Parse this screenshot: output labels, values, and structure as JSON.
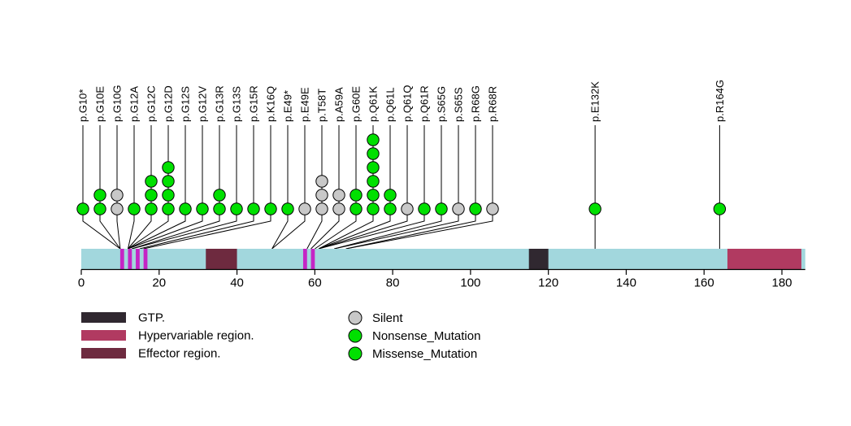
{
  "chart_data": {
    "type": "lollipop",
    "title": "",
    "protein_length": 186,
    "axis_ticks": [
      0,
      20,
      40,
      60,
      80,
      100,
      120,
      140,
      160,
      180
    ],
    "colors": {
      "Silent": "#C8C8C8",
      "Nonsense_Mutation": "#00E000",
      "Missense_Mutation": "#00E000",
      "track": "#A2D7DD",
      "gtp_site_stripe": "#C525C5",
      "gtp_block": "#302830",
      "effector": "#6E2A3F",
      "hypervariable": "#B13A61",
      "stem": "#000000"
    },
    "layout": {
      "label_start_x": 102,
      "label_step": 21,
      "evenly_spaced_labels": 25,
      "legend_position": "bottom"
    },
    "mutations": [
      {
        "label": "p.G10*",
        "pos": 10,
        "stack": [
          "Nonsense_Mutation"
        ]
      },
      {
        "label": "p.G10E",
        "pos": 10,
        "stack": [
          "Missense_Mutation",
          "Missense_Mutation"
        ]
      },
      {
        "label": "p.G10G",
        "pos": 10,
        "stack": [
          "Silent",
          "Silent"
        ]
      },
      {
        "label": "p.G12A",
        "pos": 12,
        "stack": [
          "Missense_Mutation"
        ]
      },
      {
        "label": "p.G12C",
        "pos": 12,
        "stack": [
          "Missense_Mutation",
          "Missense_Mutation",
          "Missense_Mutation"
        ]
      },
      {
        "label": "p.G12D",
        "pos": 12,
        "stack": [
          "Missense_Mutation",
          "Missense_Mutation",
          "Missense_Mutation",
          "Missense_Mutation"
        ]
      },
      {
        "label": "p.G12S",
        "pos": 12,
        "stack": [
          "Missense_Mutation"
        ]
      },
      {
        "label": "p.G12V",
        "pos": 12,
        "stack": [
          "Missense_Mutation"
        ]
      },
      {
        "label": "p.G13R",
        "pos": 13,
        "stack": [
          "Missense_Mutation",
          "Missense_Mutation"
        ]
      },
      {
        "label": "p.G13S",
        "pos": 13,
        "stack": [
          "Missense_Mutation"
        ]
      },
      {
        "label": "p.G15R",
        "pos": 15,
        "stack": [
          "Missense_Mutation"
        ]
      },
      {
        "label": "p.K16Q",
        "pos": 16,
        "stack": [
          "Missense_Mutation"
        ]
      },
      {
        "label": "p.E49*",
        "pos": 49,
        "stack": [
          "Nonsense_Mutation"
        ]
      },
      {
        "label": "p.E49E",
        "pos": 49,
        "stack": [
          "Silent"
        ]
      },
      {
        "label": "p.T58T",
        "pos": 58,
        "stack": [
          "Silent",
          "Silent",
          "Silent"
        ]
      },
      {
        "label": "p.A59A",
        "pos": 59,
        "stack": [
          "Silent",
          "Silent"
        ]
      },
      {
        "label": "p.G60E",
        "pos": 60,
        "stack": [
          "Missense_Mutation",
          "Missense_Mutation"
        ]
      },
      {
        "label": "p.Q61K",
        "pos": 61,
        "stack": [
          "Missense_Mutation",
          "Missense_Mutation",
          "Missense_Mutation",
          "Missense_Mutation",
          "Missense_Mutation",
          "Missense_Mutation"
        ]
      },
      {
        "label": "p.Q61L",
        "pos": 61,
        "stack": [
          "Missense_Mutation",
          "Missense_Mutation"
        ]
      },
      {
        "label": "p.Q61Q",
        "pos": 61,
        "stack": [
          "Silent"
        ]
      },
      {
        "label": "p.Q61R",
        "pos": 61,
        "stack": [
          "Missense_Mutation"
        ]
      },
      {
        "label": "p.S65G",
        "pos": 65,
        "stack": [
          "Missense_Mutation"
        ]
      },
      {
        "label": "p.S65S",
        "pos": 65,
        "stack": [
          "Silent"
        ]
      },
      {
        "label": "p.R68G",
        "pos": 68,
        "stack": [
          "Missense_Mutation"
        ]
      },
      {
        "label": "p.R68R",
        "pos": 68,
        "stack": [
          "Silent"
        ]
      },
      {
        "label": "p.E132K",
        "pos": 132,
        "stack": [
          "Missense_Mutation"
        ]
      },
      {
        "label": "p.R164G",
        "pos": 164,
        "stack": [
          "Missense_Mutation"
        ]
      }
    ],
    "domains": [
      {
        "name": "GTP",
        "start": 10,
        "end": 11,
        "color_key": "gtp_site_stripe"
      },
      {
        "name": "GTP",
        "start": 12,
        "end": 13,
        "color_key": "gtp_site_stripe"
      },
      {
        "name": "GTP",
        "start": 14,
        "end": 15,
        "color_key": "gtp_site_stripe"
      },
      {
        "name": "GTP",
        "start": 16,
        "end": 17,
        "color_key": "gtp_site_stripe"
      },
      {
        "name": "Effector region",
        "start": 32,
        "end": 40,
        "color_key": "effector"
      },
      {
        "name": "GTP",
        "start": 57,
        "end": 58,
        "color_key": "gtp_site_stripe"
      },
      {
        "name": "GTP",
        "start": 59,
        "end": 60,
        "color_key": "gtp_site_stripe"
      },
      {
        "name": "GTP",
        "start": 115,
        "end": 120,
        "color_key": "gtp_block"
      },
      {
        "name": "Hypervariable region",
        "start": 166,
        "end": 185,
        "color_key": "hypervariable"
      }
    ],
    "legend": {
      "domains": [
        {
          "label": "GTP.",
          "color_key": "gtp_block"
        },
        {
          "label": "Hypervariable region.",
          "color_key": "hypervariable"
        },
        {
          "label": "Effector region.",
          "color_key": "effector"
        }
      ],
      "mutation_types": [
        {
          "label": "Silent",
          "color_key": "Silent"
        },
        {
          "label": "Nonsense_Mutation",
          "color_key": "Nonsense_Mutation"
        },
        {
          "label": "Missense_Mutation",
          "color_key": "Missense_Mutation"
        }
      ]
    }
  }
}
